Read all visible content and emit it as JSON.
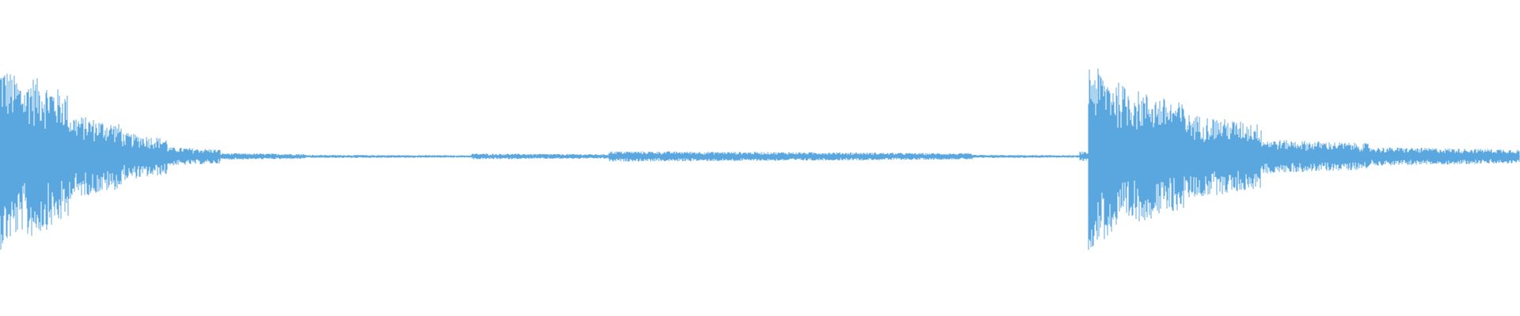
{
  "waveform": {
    "color": "#5aa7e0",
    "background": "#ffffff",
    "description_segments": [
      {
        "from": 0.0,
        "to": 0.018,
        "amp": 0.7
      },
      {
        "from": 0.018,
        "to": 0.045,
        "amp": 0.62
      },
      {
        "from": 0.045,
        "to": 0.08,
        "amp": 0.32
      },
      {
        "from": 0.08,
        "to": 0.11,
        "amp": 0.18
      },
      {
        "from": 0.11,
        "to": 0.145,
        "amp": 0.07
      },
      {
        "from": 0.145,
        "to": 0.2,
        "amp": 0.025
      },
      {
        "from": 0.2,
        "to": 0.31,
        "amp": 0.012
      },
      {
        "from": 0.31,
        "to": 0.4,
        "amp": 0.022
      },
      {
        "from": 0.4,
        "to": 0.56,
        "amp": 0.04
      },
      {
        "from": 0.56,
        "to": 0.64,
        "amp": 0.03
      },
      {
        "from": 0.64,
        "to": 0.71,
        "amp": 0.012
      },
      {
        "from": 0.71,
        "to": 0.716,
        "amp": 0.04
      },
      {
        "from": 0.716,
        "to": 0.74,
        "amp": 0.7
      },
      {
        "from": 0.74,
        "to": 0.78,
        "amp": 0.52
      },
      {
        "from": 0.78,
        "to": 0.83,
        "amp": 0.32
      },
      {
        "from": 0.83,
        "to": 0.9,
        "amp": 0.13
      },
      {
        "from": 0.9,
        "to": 1.0,
        "amp": 0.07
      }
    ]
  }
}
